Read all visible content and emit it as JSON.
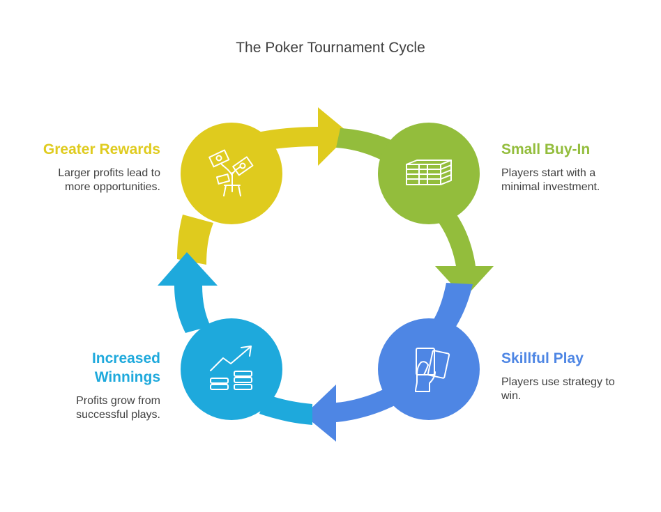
{
  "title": "The Poker Tournament Cycle",
  "colors": {
    "yellow": "#DFCB1E",
    "green": "#93BD3C",
    "blue": "#4E86E4",
    "cyan": "#1EA9DC",
    "text": "#404040",
    "icon": "#ffffff"
  },
  "stages": [
    {
      "id": "small-buy-in",
      "title": "Small Buy-In",
      "description_lines": [
        "Players start with a",
        "minimal investment."
      ],
      "icon": "cash-stack-icon",
      "color": "#93BD3C"
    },
    {
      "id": "skillful-play",
      "title": "Skillful Play",
      "description_lines": [
        "Players use strategy to",
        "win."
      ],
      "icon": "hand-holding-cards-icon",
      "color": "#4E86E4"
    },
    {
      "id": "increased-winnings",
      "title_lines": [
        "Increased",
        "Winnings"
      ],
      "description_lines": [
        "Profits grow from",
        "successful plays."
      ],
      "icon": "growth-coins-icon",
      "color": "#1EA9DC"
    },
    {
      "id": "greater-rewards",
      "title": "Greater Rewards",
      "description_lines": [
        "Larger profits lead to",
        "more opportunities."
      ],
      "icon": "money-plant-icon",
      "color": "#DFCB1E"
    }
  ]
}
